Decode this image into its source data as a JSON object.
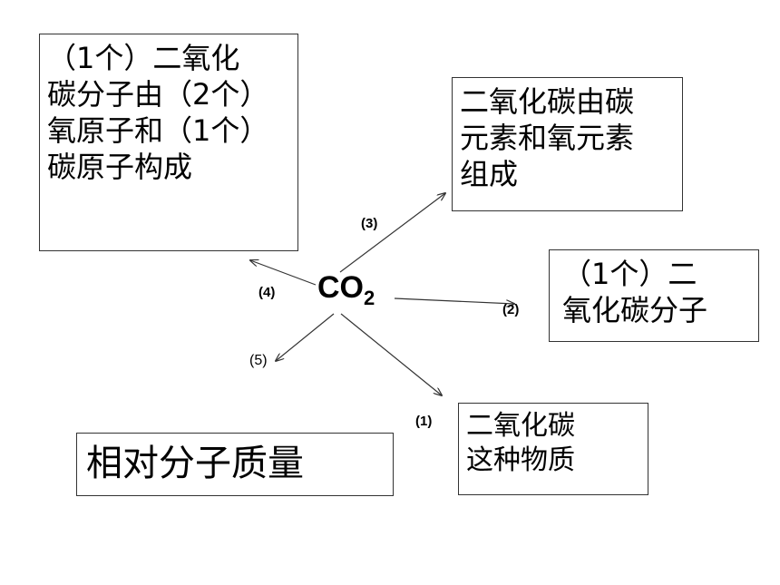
{
  "center": {
    "formula": "CO",
    "subscript": "2"
  },
  "boxes": {
    "structure": {
      "lines": [
        "（1个）二氧化",
        "碳分子由（2个）",
        "氧原子和（1个）",
        "碳原子构成"
      ]
    },
    "elements": {
      "lines": [
        "二氧化碳由碳",
        "元素和氧元素",
        "组成"
      ]
    },
    "molecule": {
      "lines": [
        "（1个）二",
        "氧化碳分子"
      ]
    },
    "substance": {
      "lines": [
        "二氧化碳",
        "这种物质"
      ]
    },
    "mass": {
      "lines": [
        "相对分子质量"
      ]
    }
  },
  "arrow_labels": {
    "a1": "(1)",
    "a2": "(2)",
    "a3": "(3)",
    "a4": "(4)",
    "a5": "(5)"
  },
  "colors": {
    "line": "#333333",
    "text": "#000000",
    "background": "#ffffff"
  }
}
